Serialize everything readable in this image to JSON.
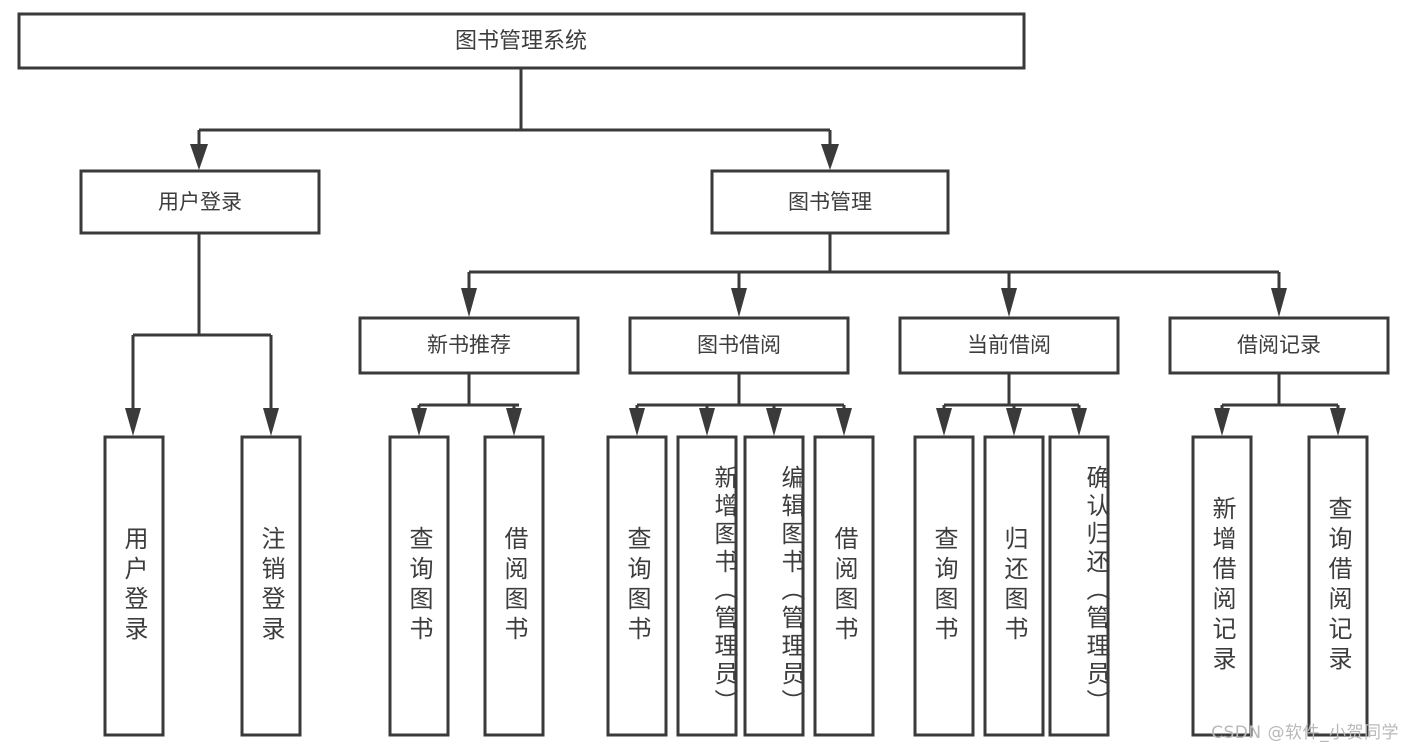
{
  "diagram": {
    "title": "图书管理系统",
    "watermark": "CSDN @软件_小贺同学",
    "colors": {
      "box_stroke": "#3a3a3a",
      "box_fill": "#ffffff",
      "text": "#3d3d3d",
      "background": "#ffffff",
      "watermark": "#b9b9b9"
    },
    "levels": {
      "root": {
        "label": "图书管理系统"
      },
      "level2": [
        {
          "label": "用户登录"
        },
        {
          "label": "图书管理"
        }
      ],
      "level3": [
        {
          "label": "新书推荐"
        },
        {
          "label": "图书借阅"
        },
        {
          "label": "当前借阅"
        },
        {
          "label": "借阅记录"
        }
      ]
    },
    "leaves": {
      "user_login": [
        {
          "label": "用户登录"
        },
        {
          "label": "注销登录"
        }
      ],
      "new_book_recommend": [
        {
          "label": "查询图书"
        },
        {
          "label": "借阅图书"
        }
      ],
      "book_borrow": [
        {
          "label": "查询图书"
        },
        {
          "label": "新增图书（管理员）"
        },
        {
          "label": "编辑图书（管理员）"
        },
        {
          "label": "借阅图书"
        }
      ],
      "current_borrow": [
        {
          "label": "查询图书"
        },
        {
          "label": "归还图书"
        },
        {
          "label": "确认归还（管理员）"
        }
      ],
      "borrow_record": [
        {
          "label": "新增借阅记录"
        },
        {
          "label": "查询借阅记录"
        }
      ]
    }
  }
}
